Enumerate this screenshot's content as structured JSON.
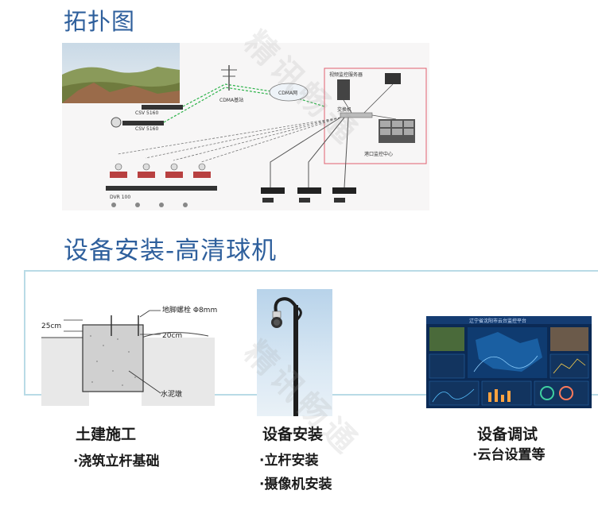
{
  "section1": {
    "title": "拓扑图"
  },
  "section2": {
    "title": "设备安装-高清球机"
  },
  "topology": {
    "cdma_base": "CDMA基站",
    "cdma_net": "CDMA网",
    "monitor_server": "视频监控服务器",
    "switch": "交换机",
    "center": "港口监控中心",
    "csv_label": "CSV 5160",
    "dvr": "DVR 100"
  },
  "steps": [
    {
      "title": "土建施工",
      "items": [
        "·浇筑立杆基础"
      ]
    },
    {
      "title": "设备安装",
      "items": [
        "·立杆安装",
        "·摄像机安装"
      ]
    },
    {
      "title": "设备调试",
      "items": [
        "·云台设置等"
      ]
    }
  ],
  "civil_diagram": {
    "bolt_label": "地脚螺栓 Φ8mm",
    "dim_left": "25cm",
    "dim_right": "20cm",
    "cement_label": "水泥墩"
  },
  "screen_title": "辽宁省沈阳市云台监控平台",
  "watermark": "精讯畅通",
  "colors": {
    "heading": "#2e5f9c",
    "frame": "#b9dbe6"
  }
}
